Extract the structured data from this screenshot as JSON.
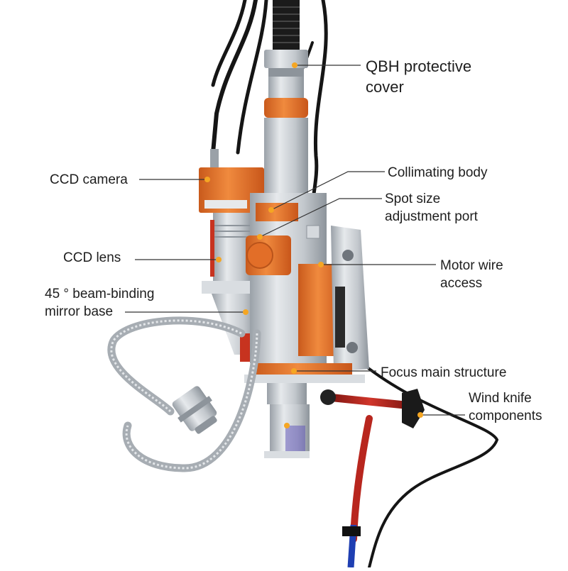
{
  "colors": {
    "accent_orange": "#e8732a",
    "dot_orange": "#f5a623",
    "leader_line": "#333333",
    "metal": "#c9ced3",
    "dark_metal": "#6f757c",
    "red_arm": "#b8261e",
    "cable": "#151515"
  },
  "labels": {
    "qbh": [
      "QBH protective",
      "cover"
    ],
    "ccd_camera": [
      "CCD camera"
    ],
    "collimating": [
      "Collimating body"
    ],
    "spot_size": [
      "Spot size",
      "adjustment port"
    ],
    "ccd_lens": [
      "CCD lens"
    ],
    "motor_wire": [
      "Motor wire",
      "access"
    ],
    "mirror_base": [
      "45 ° beam-binding",
      "mirror base"
    ],
    "focus": [
      "Focus main structure"
    ],
    "wind_knife": [
      "Wind knife",
      "components"
    ]
  }
}
